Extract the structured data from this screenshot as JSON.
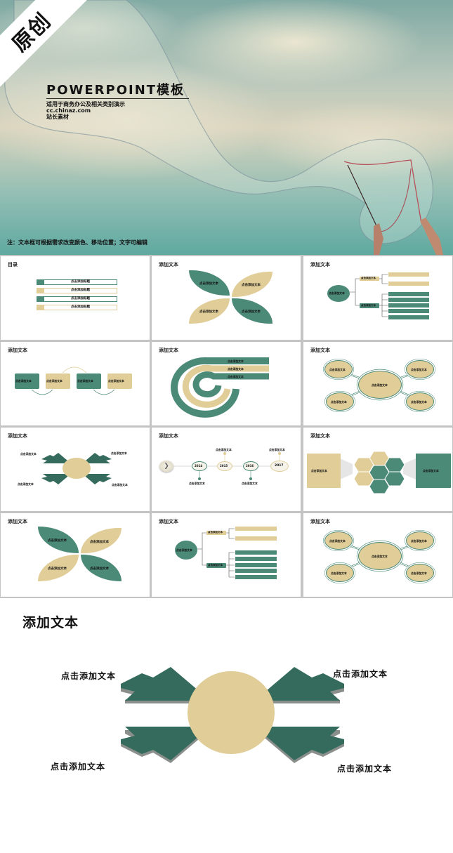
{
  "hero": {
    "badge": "原创",
    "title": "POWERPOINT模板",
    "subtitle": "适用于商务办公及相关类别演示",
    "website": "cc.chinaz.com",
    "source": "站长素材",
    "note": "注：文本框可根据需求改变颜色、移动位置；文字可编辑"
  },
  "colors": {
    "green": "#4c8a78",
    "dark_green": "#356b5d",
    "tan": "#e0cd97",
    "frame": "#c4c4c4"
  },
  "slides": [
    {
      "title": "目录",
      "items": [
        "点击添加标题",
        "点击添加标题",
        "点击添加标题",
        "点击添加标题"
      ]
    },
    {
      "title": "添加文本",
      "petals": [
        "点击添加文本",
        "点击添加文本",
        "点击添加文本",
        "点击添加文本"
      ]
    },
    {
      "title": "添加文本",
      "root": "点击添加文本",
      "branches": [
        "点击添加文本",
        "点击添加文本"
      ]
    },
    {
      "title": "添加文本",
      "boxes": [
        "点击添加文本",
        "点击添加文本",
        "点击添加文本",
        "点击添加文本"
      ]
    },
    {
      "title": "添加文本",
      "bands": [
        "点击添加文本",
        "点击添加文本",
        "点击添加文本"
      ]
    },
    {
      "title": "添加文本",
      "center": "点击添加文本",
      "nodes": [
        "点击添加文本",
        "点击添加文本",
        "点击添加文本",
        "点击添加文本"
      ]
    },
    {
      "title": "添加文本",
      "labels": [
        "点击添加文本",
        "点击添加文本",
        "点击添加文本",
        "点击添加文本"
      ]
    },
    {
      "title": "添加文本",
      "years": [
        "2014",
        "2015",
        "2016",
        "2017"
      ],
      "labels": [
        "点击添加文本",
        "点击添加文本",
        "点击添加文本",
        "点击添加文本"
      ]
    },
    {
      "title": "添加文本",
      "left": "点击添加文本",
      "right": "点击添加文本"
    },
    {
      "title": "添加文本",
      "petals": [
        "点击添加文本",
        "点击添加文本",
        "点击添加文本",
        "点击添加文本"
      ]
    },
    {
      "title": "添加文本",
      "root": "点击添加文本",
      "branches": [
        "点击添加文本",
        "点击添加文本"
      ]
    },
    {
      "title": "添加文本",
      "center": "点击添加文本",
      "nodes": [
        "点击添加文本",
        "点击添加文本",
        "点击添加文本",
        "点击添加文本"
      ]
    }
  ],
  "featured": {
    "title": "添加文本",
    "labels": [
      "点击添加文本",
      "点击添加文本",
      "点击添加文本",
      "点击添加文本"
    ]
  }
}
